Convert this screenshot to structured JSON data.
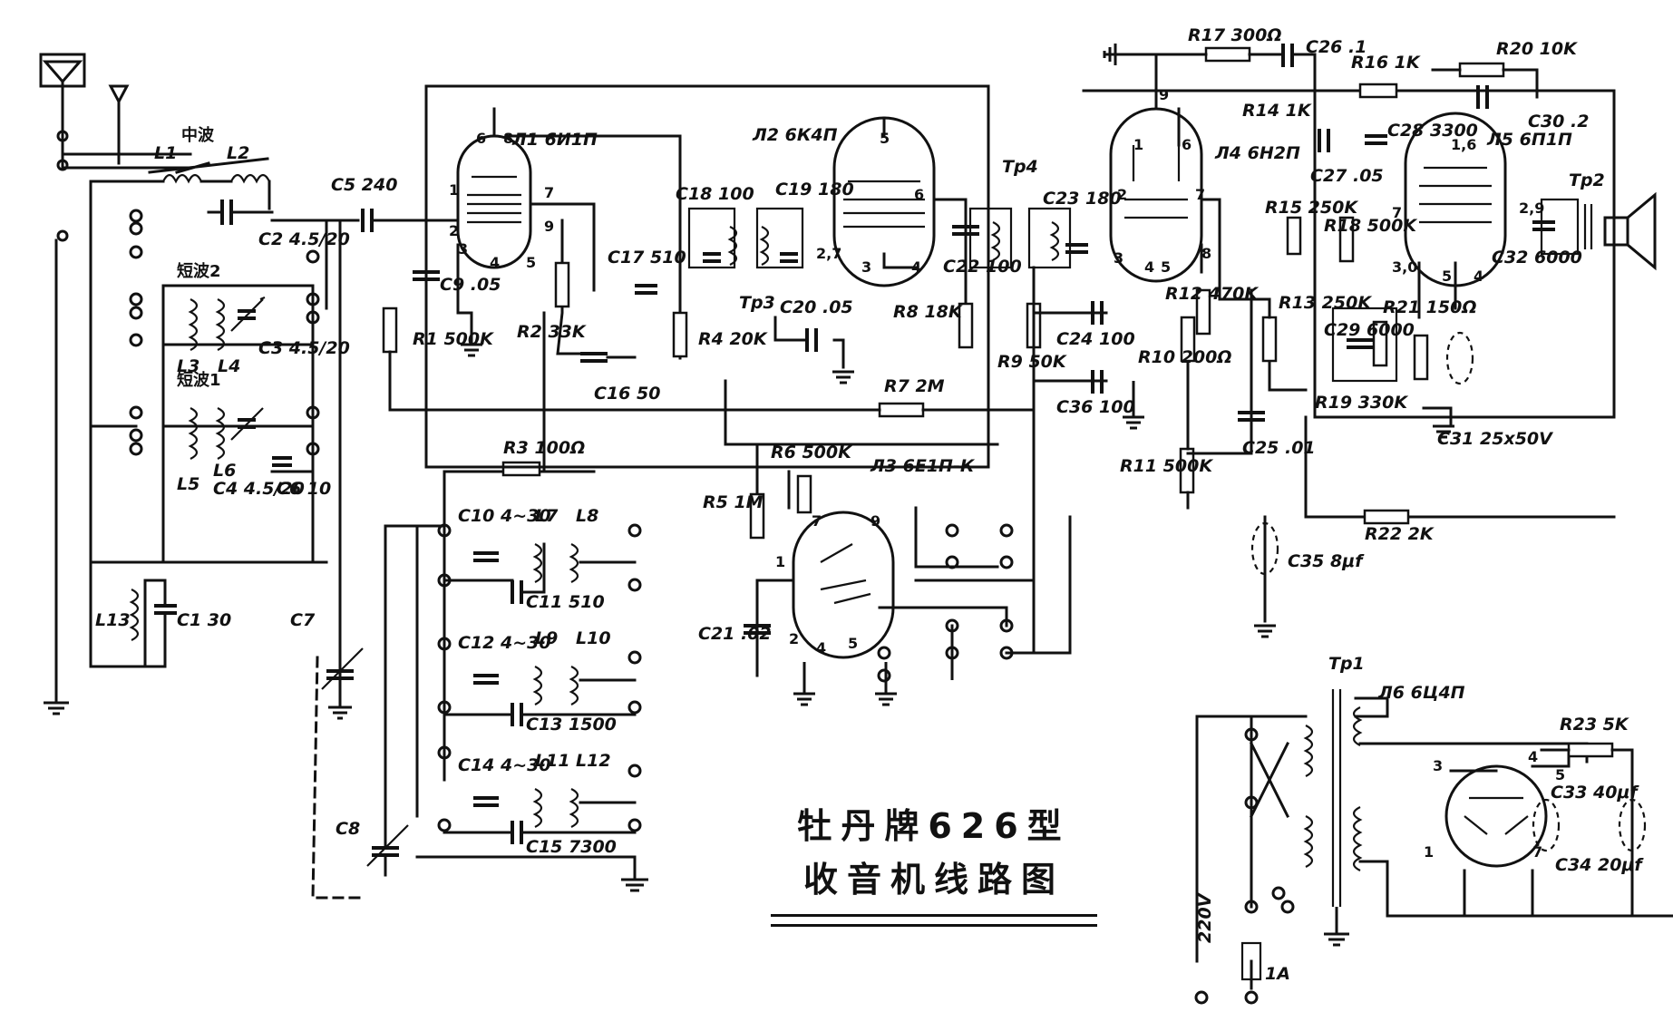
{
  "title": {
    "line1": "牡丹牌626型",
    "line2": "收音机线路图"
  },
  "bands": {
    "mw": "中波",
    "sw2": "短波2",
    "sw1": "短波1"
  },
  "tubes": {
    "l1": "Л1 6И1П",
    "l2": "Л2 6К4П",
    "l3": "Л3 6Е1П-К",
    "l4": "Л4 6Н2П",
    "l5": "Л5 6П1П",
    "l6": "Л6 6Ц4П"
  },
  "transformers": {
    "tr1": "Tp1",
    "tr2": "Tp2",
    "tr3": "Tp3",
    "tr4": "Tp4"
  },
  "resistors": {
    "r1": "R1 500K",
    "r2": "R2 33K",
    "r3": "R3 100Ω",
    "r4": "R4 20K",
    "r5": "R5 1M",
    "r6": "R6 500K",
    "r7": "R7 2M",
    "r8": "R8 18K",
    "r9": "R9 50K",
    "r10": "R10 200Ω",
    "r11": "R11 500K",
    "r12": "R12 470K",
    "r13": "R13 250K",
    "r14": "R14 1K",
    "r15": "R15 250K",
    "r16": "R16 1K",
    "r17": "R17 300Ω",
    "r18": "R18 500K",
    "r19": "R19 330K",
    "r20": "R20 10K",
    "r21": "R21 150Ω",
    "r22": "R22 2K",
    "r23": "R23 5K"
  },
  "capacitors": {
    "c1": "C1 30",
    "c2": "C2 4.5/20",
    "c3": "C3 4.5/20",
    "c4": "C4 4.5/20",
    "c5": "C5 240",
    "c6": "C6 10",
    "c7": "C7",
    "c8": "C8",
    "c9": "C9 .05",
    "c10": "C10 4~30",
    "c11": "C11 510",
    "c12": "C12 4~30",
    "c13": "C13 1500",
    "c14": "C14 4~30",
    "c15": "C15 7300",
    "c16": "C16 50",
    "c17": "C17 510",
    "c18": "C18 100",
    "c19": "C19 180",
    "c20": "C20 .05",
    "c21": "C21 .02",
    "c22": "C22 100",
    "c23": "C23 180",
    "c24": "C24 100",
    "c25": "C25 .01",
    "c26": "C26 .1",
    "c27": "C27 .05",
    "c28": "C28 3300",
    "c29": "C29 6000",
    "c30": "C30 .2",
    "c31": "C31 25x50V",
    "c32": "C32 6000",
    "c33": "C33 40μf",
    "c34": "C34 20μf",
    "c35": "C35 8μf",
    "c36": "C36 100"
  },
  "coils": {
    "l1": "L1",
    "l2": "L2",
    "l3": "L3",
    "l4": "L4",
    "l5": "L5",
    "l6": "L6",
    "l7": "L7",
    "l8": "L8",
    "l9": "L9",
    "l10": "L10",
    "l11": "L11",
    "l12": "L12",
    "l13": "L13"
  },
  "power": {
    "mains": "220V",
    "fuse": "1A"
  }
}
